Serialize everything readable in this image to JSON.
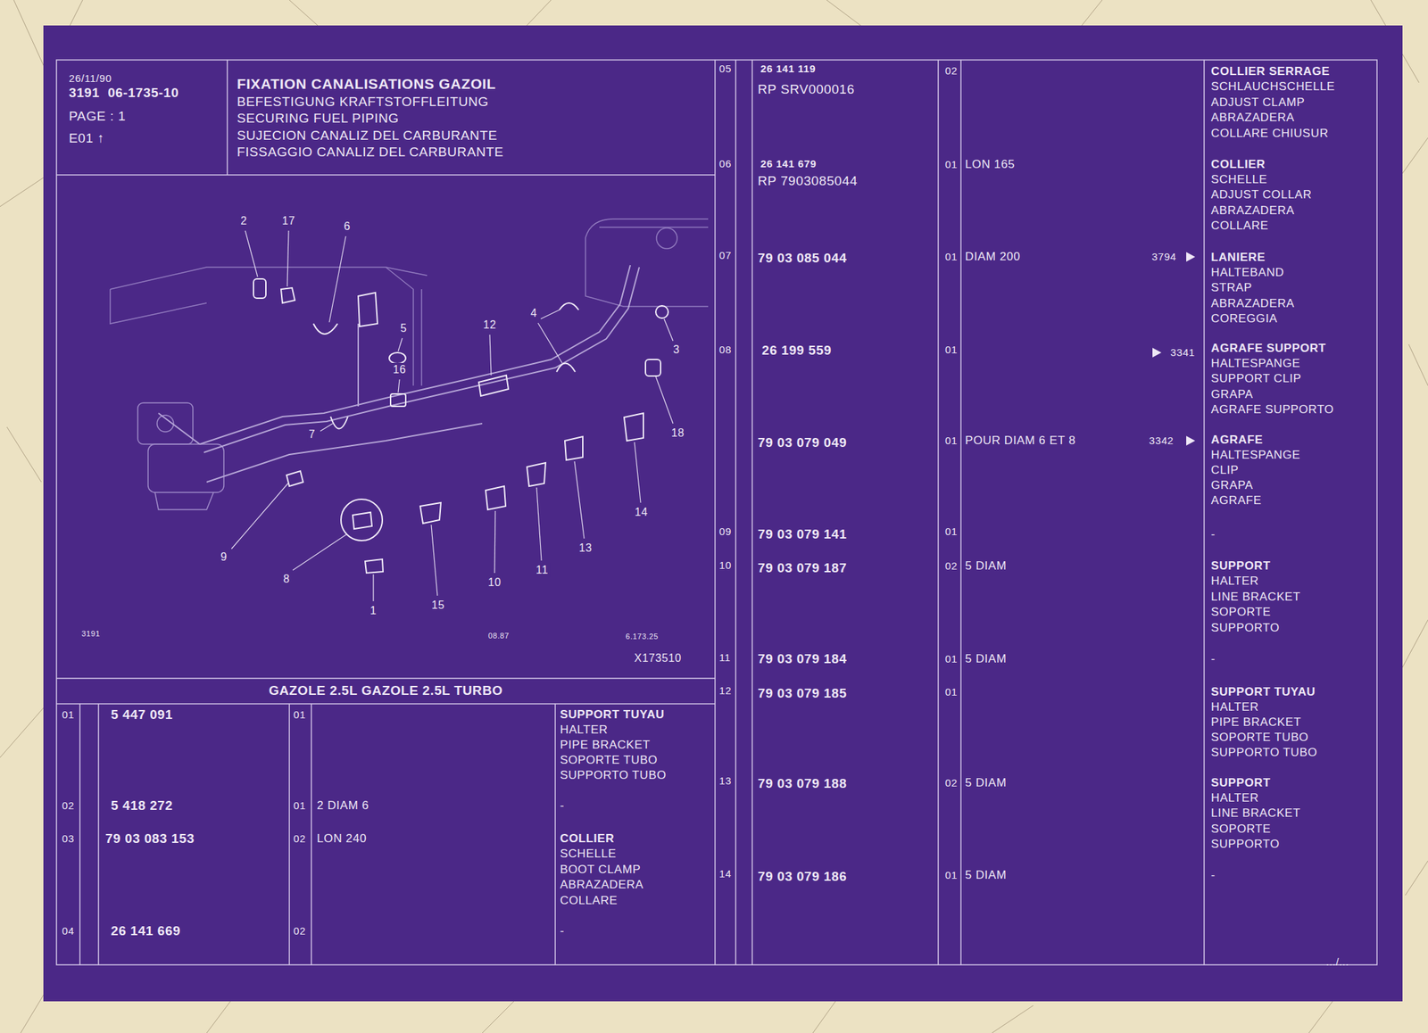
{
  "diagram": {
    "title": "FIXATION CANALISATIONS GAZOIL",
    "labels": [
      "26/11/90",
      "3191  06-1735-10",
      "PAGE : 1",
      "E01 ↑",
      "BEFESTIGUNG KRAFTSTOFFLEITUNG",
      "SECURING FUEL PIPING",
      "SUJECION CANALIZ DEL CARBURANTE",
      "FISSAGGIO CANALIZ DEL CARBURANTE",
      "2",
      "17",
      "6",
      "5",
      "12",
      "4",
      "3",
      "16",
      "7",
      "18",
      "9",
      "8",
      "1",
      "15",
      "10",
      "11",
      "13",
      "14",
      "3191",
      "08.87",
      "6.173.25",
      "X173510",
      "GAZOLE 2.5L GAZOLE 2.5L TURBO",
      "01",
      "5 447 091",
      "01",
      "SUPPORT TUYAU",
      "HALTER",
      "PIPE BRACKET",
      "SOPORTE TUBO",
      "SUPPORTO TUBO",
      "02",
      "5 418 272",
      "01",
      "2 DIAM 6",
      "-",
      "03",
      "79 03 083 153",
      "02",
      "LON 240",
      "COLLIER",
      "SCHELLE",
      "BOOT CLAMP",
      "ABRAZADERA",
      "COLLARE",
      "04",
      "26 141 669",
      "02",
      "-",
      "05",
      "26 141 119",
      "RP SRV000016",
      "02",
      "COLLIER SERRAGE",
      "SCHLAUCHSCHELLE",
      "ADJUST CLAMP",
      "ABRAZADERA",
      "COLLARE CHIUSUR",
      "06",
      "26 141 679",
      "RP 7903085044",
      "01",
      "LON 165",
      "COLLIER",
      "SCHELLE",
      "ADJUST COLLAR",
      "ABRAZADERA",
      "COLLARE",
      "07",
      "79 03 085 044",
      "01",
      "DIAM 200",
      "3794",
      "LANIERE",
      "HALTEBAND",
      "STRAP",
      "ABRAZADERA",
      "COREGGIA",
      "08",
      "26 199 559",
      "01",
      "3341",
      "AGRAFE SUPPORT",
      "HALTESPANGE",
      "SUPPORT CLIP",
      "GRAPA",
      "AGRAFE SUPPORTO",
      "79 03 079 049",
      "01",
      "POUR DIAM 6 ET 8",
      "3342",
      "AGRAFE",
      "HALTESPANGE",
      "CLIP",
      "GRAPA",
      "AGRAFE",
      "09",
      "79 03 079 141",
      "01",
      "-",
      "10",
      "79 03 079 187",
      "02",
      "5 DIAM",
      "SUPPORT",
      "HALTER",
      "LINE BRACKET",
      "SOPORTE",
      "SUPPORTO",
      "11",
      "79 03 079 184",
      "01",
      "5 DIAM",
      "-",
      "12",
      "79 03 079 185",
      "01",
      "SUPPORT TUYAU",
      "HALTER",
      "PIPE BRACKET",
      "SOPORTE TUBO",
      "SUPPORTO TUBO",
      "13",
      "79 03 079 188",
      "02",
      "5 DIAM",
      "SUPPORT",
      "HALTER",
      "LINE BRACKET",
      "SOPORTE",
      "SUPPORTO",
      "14",
      "79 03 079 186",
      "01",
      "5 DIAM",
      "-",
      ".../..."
    ]
  }
}
